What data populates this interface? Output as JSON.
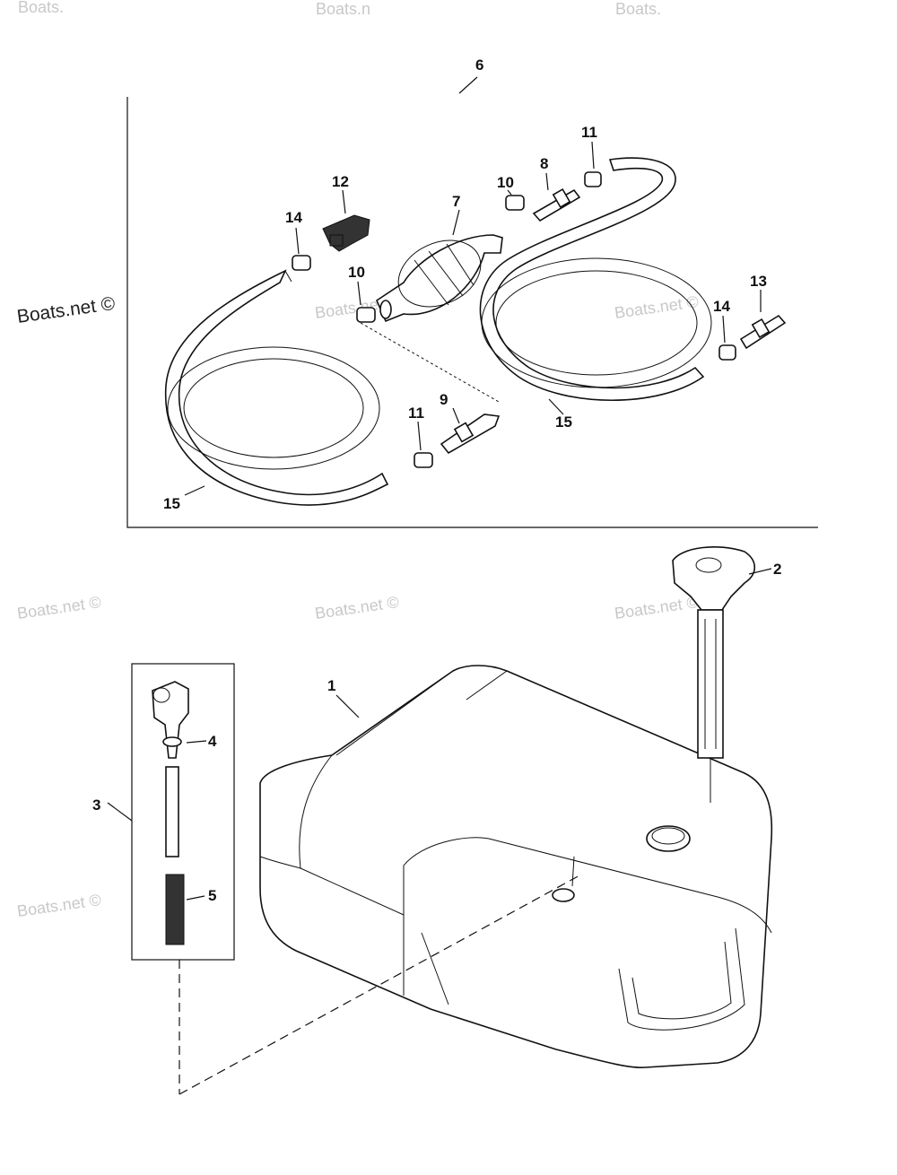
{
  "watermark": {
    "text": "Boats.net ©",
    "prominent_text": "Boats.net ©",
    "top_fragments": [
      "Boats.",
      "Boats.n",
      "Boats."
    ]
  },
  "callouts": {
    "c1": "1",
    "c2": "2",
    "c3": "3",
    "c4": "4",
    "c5": "5",
    "c6": "6",
    "c7": "7",
    "c8": "8",
    "c9": "9",
    "c10a": "10",
    "c10b": "10",
    "c11a": "11",
    "c11b": "11",
    "c12": "12",
    "c13": "13",
    "c14a": "14",
    "c14b": "14",
    "c15a": "15",
    "c15b": "15"
  }
}
